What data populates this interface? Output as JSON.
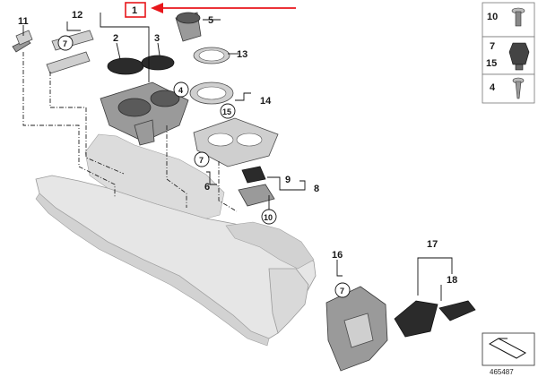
{
  "callouts": {
    "p1": "1",
    "p2": "2",
    "p3": "3",
    "p4": "4",
    "p5": "5",
    "p6": "6",
    "p7a": "7",
    "p7b": "7",
    "p7c": "7",
    "p8": "8",
    "p9": "9",
    "p10": "10",
    "p11": "11",
    "p12": "12",
    "p13": "13",
    "p14": "14",
    "p15": "15",
    "p16": "16",
    "p17": "17",
    "p18": "18"
  },
  "fastener_panel": {
    "row1": "10",
    "row2a": "7",
    "row2b": "15",
    "row3": "4"
  },
  "diagram_number": "465487",
  "highlight_color": "#e8161b"
}
